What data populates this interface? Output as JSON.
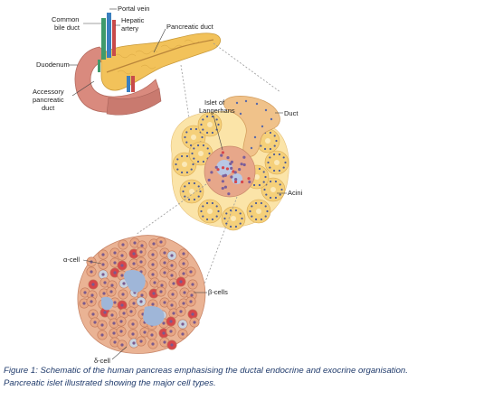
{
  "labels": {
    "portal_vein": "Portal vein",
    "common_bile_duct_1": "Common",
    "common_bile_duct_2": "bile duct",
    "hepatic_artery_1": "Hepatic",
    "hepatic_artery_2": "artery",
    "pancreatic_duct": "Pancreatic duct",
    "duodenum": "Duodenum",
    "accessory_duct_1": "Accessory",
    "accessory_duct_2": "pancreatic",
    "accessory_duct_3": "duct",
    "islet_1": "Islet of",
    "islet_2": "Langerhans",
    "duct": "Duct",
    "acini": "Acini",
    "alpha_cell": "α-cell",
    "beta_cells": "β-cells",
    "delta_cell": "δ-cell"
  },
  "caption": {
    "line1": "Figure 1: Schematic of the human pancreas emphasising the ductal endocrine and exocrine organisation.",
    "line2": "Pancreatic islet illustrated showing the major cell types."
  },
  "colors": {
    "pancreas": "#f2c25a",
    "duodenum": "#d98a7e",
    "duct": "#f0c28a",
    "acinus": "#f5d07a",
    "islet": "#e7a78a",
    "cell": "#e8a784",
    "red_cell": "#d6474b",
    "vessel": "#9fb6d8",
    "portal_vein": "#3a7fbf",
    "bile_duct": "#3f9a6b",
    "artery": "#c84a4a",
    "caption": "#1f3a6b"
  }
}
